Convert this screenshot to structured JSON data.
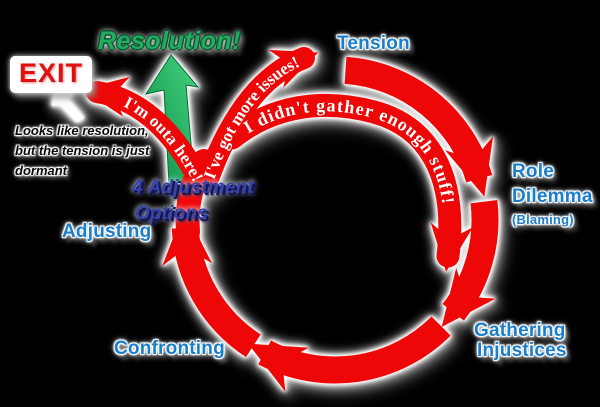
{
  "diagram": {
    "background": "#000000",
    "accent_red": "#ee0707",
    "accent_blue": "#1b7ecb",
    "accent_green": "#23ac61",
    "options_blue": "#3742ad",
    "exit_red": "#e01010"
  },
  "nodes": {
    "tension": "Tension",
    "role": "Role",
    "dilemma": "Dilemma",
    "blaming": "(Blaming)",
    "gathering": "Gathering",
    "injustices": "Injustices",
    "confronting": "Confronting",
    "adjusting": "Adjusting",
    "options_line1": "4 Adjustment",
    "options_line2": "Options",
    "resolution": "Resolution!",
    "exit": "EXIT"
  },
  "arrow_labels": {
    "outa_here": "I'm outa here!",
    "more_issues": "I've got more issues!",
    "not_enough_stuff": "I didn't gather enough stuff!"
  },
  "note": {
    "line1": "Looks like resolution,",
    "line2": "but the tension is just",
    "line3": "dormant"
  }
}
